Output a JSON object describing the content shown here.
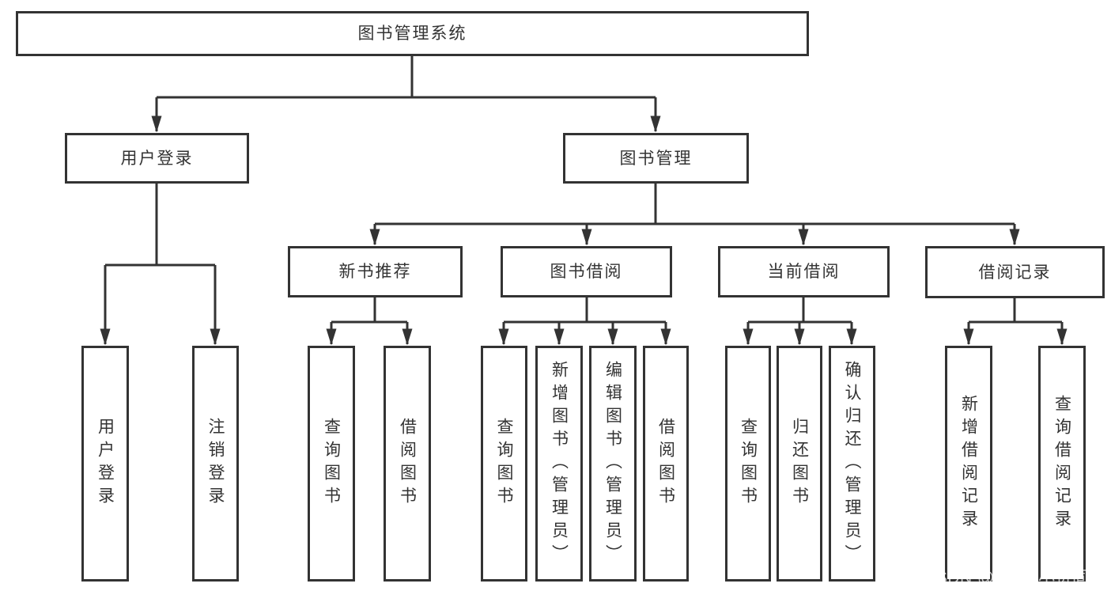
{
  "diagram_title": "图书管理系统",
  "tree": {
    "label": "图书管理系统",
    "children": [
      {
        "label": "用户登录",
        "children": [
          {
            "label": "用户登录"
          },
          {
            "label": "注销登录"
          }
        ]
      },
      {
        "label": "图书管理",
        "children": [
          {
            "label": "新书推荐",
            "children": [
              {
                "label": "查询图书"
              },
              {
                "label": "借阅图书"
              }
            ]
          },
          {
            "label": "图书借阅",
            "children": [
              {
                "label": "查询图书"
              },
              {
                "label": "新增图书（管理员）"
              },
              {
                "label": "编辑图书（管理员）"
              },
              {
                "label": "借阅图书"
              }
            ]
          },
          {
            "label": "当前借阅",
            "children": [
              {
                "label": "查询图书"
              },
              {
                "label": "归还图书"
              },
              {
                "label": "确认归还（管理员）"
              }
            ]
          },
          {
            "label": "借阅记录",
            "children": [
              {
                "label": "新增借阅记录"
              },
              {
                "label": "查询借阅记录"
              }
            ]
          }
        ]
      }
    ]
  },
  "watermark": {
    "text": "CSDN @软件_小贺同学",
    "color": "#cccccc"
  },
  "colors": {
    "line": "#333333",
    "border": "#333333",
    "text": "#333333",
    "background": "#ffffff"
  }
}
